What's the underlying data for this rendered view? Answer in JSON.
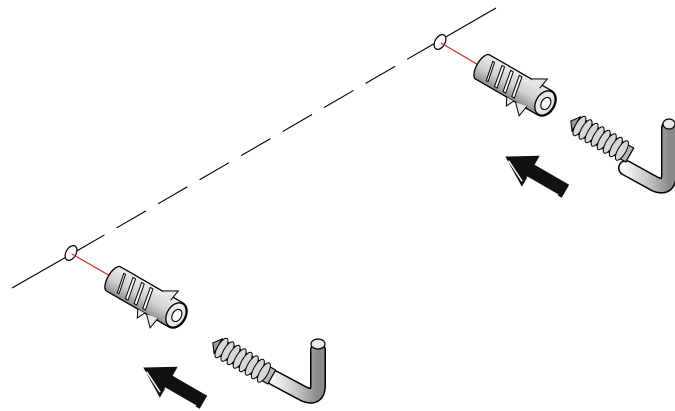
{
  "diagram": {
    "type": "assembly-instruction",
    "text": [],
    "parts": [
      {
        "name": "left-anchor-assembly",
        "items": [
          "drill-hole",
          "wall-plug",
          "l-hook-screw",
          "insert-direction-arrow"
        ]
      },
      {
        "name": "right-anchor-assembly",
        "items": [
          "drill-hole",
          "wall-plug",
          "l-hook-screw",
          "insert-direction-arrow"
        ]
      }
    ],
    "colors": {
      "line": "#000000",
      "plug_fill": "#d4d4d4",
      "plug_shadow": "#9a9a9a",
      "screw_fill": "#bdbdbd",
      "guide_red": "#e0202a",
      "arrow": "#111111"
    }
  }
}
